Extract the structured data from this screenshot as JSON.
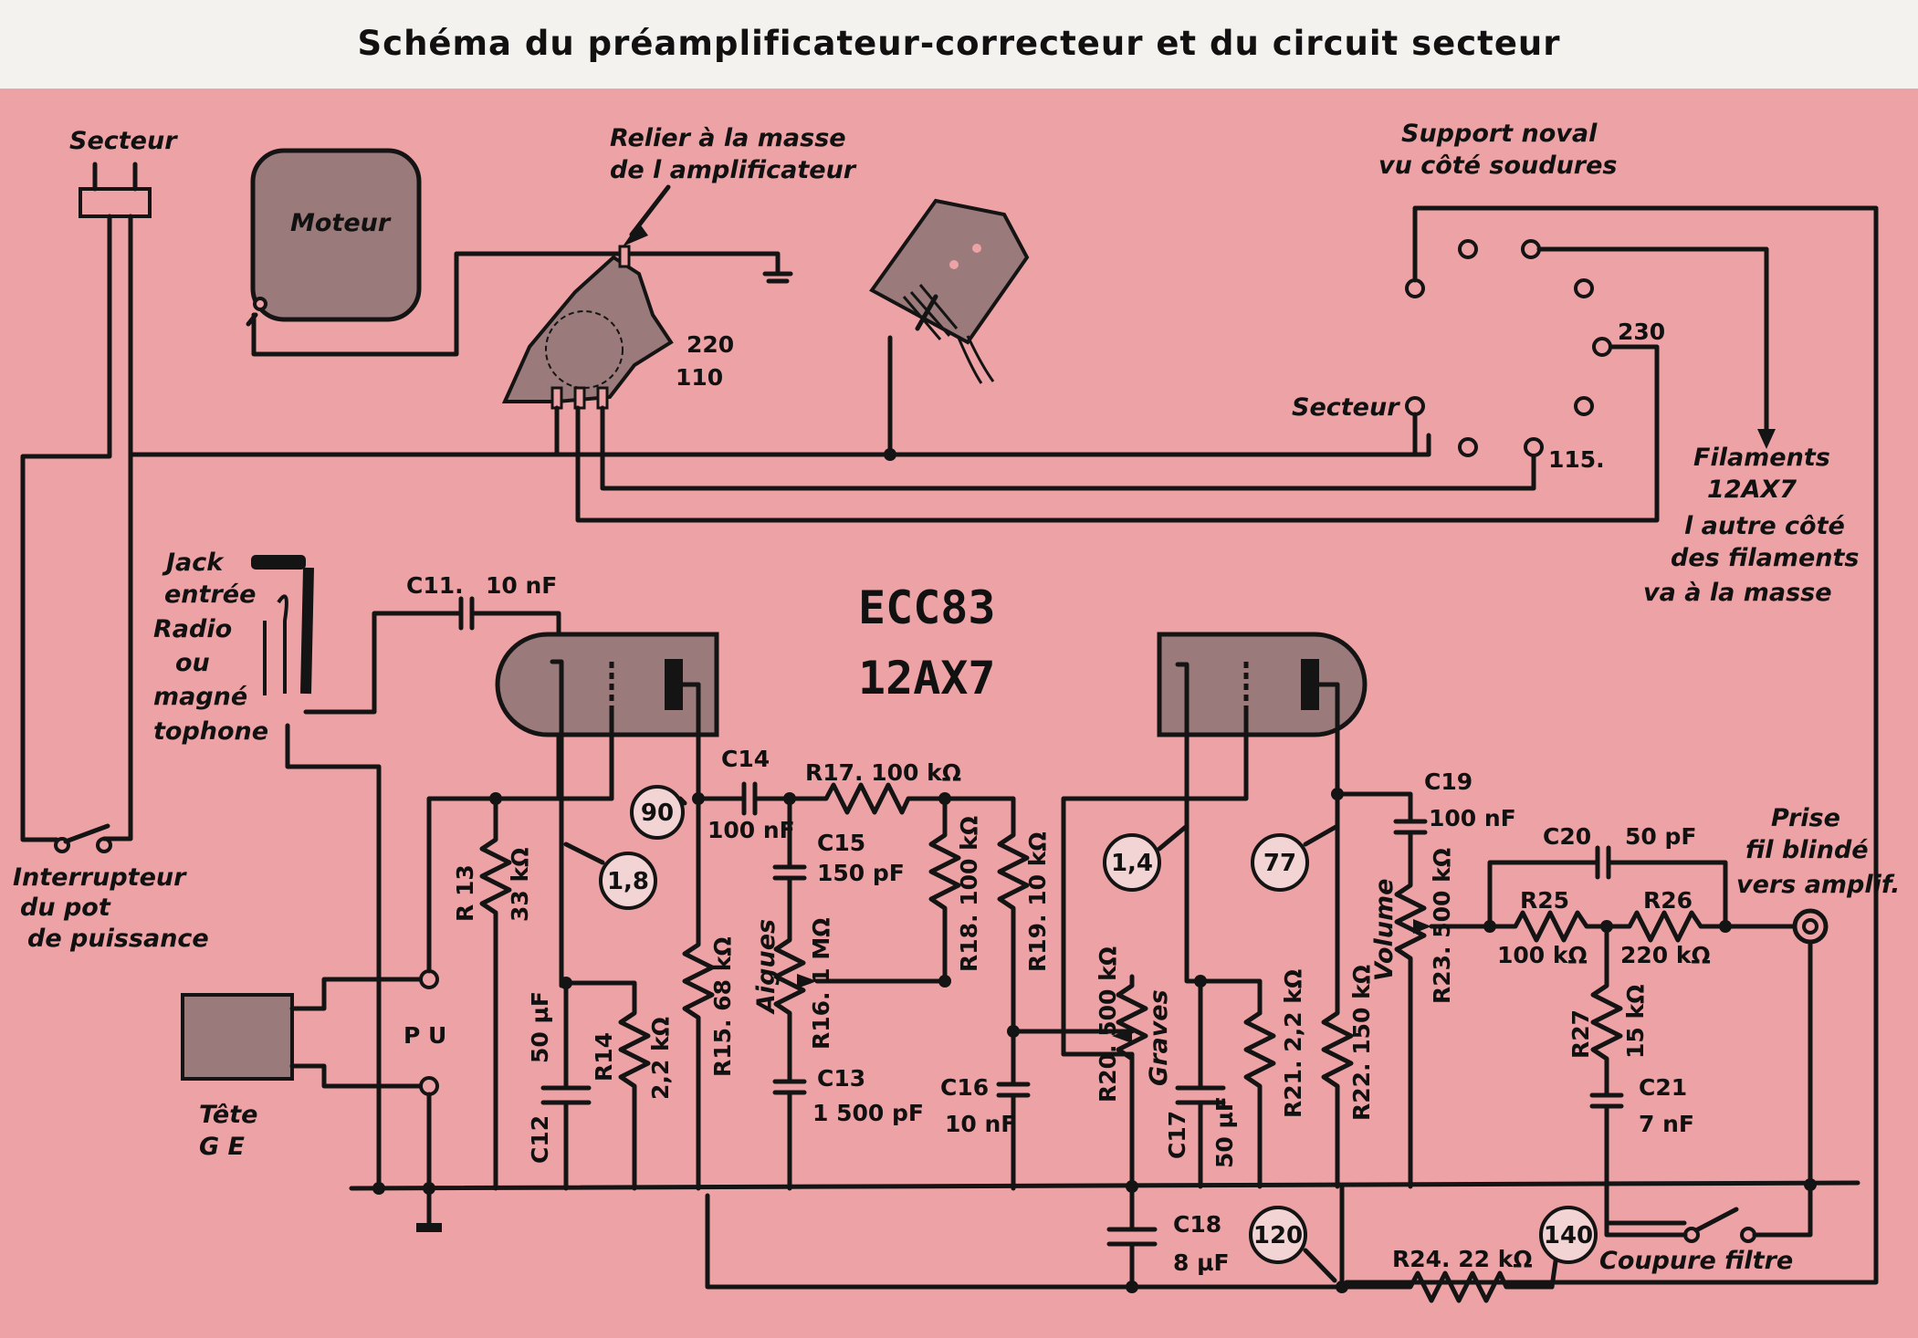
{
  "title": "Schéma du préamplificateur-correcteur et du circuit secteur",
  "labels": {
    "secteur_plug": "Secteur",
    "moteur": "Moteur",
    "relier_1": "Relier à la masse",
    "relier_2": "de l amplificateur",
    "v220": "220",
    "v110": "110",
    "support_1": "Support noval",
    "support_2": "vu côté soudures",
    "v230": "230",
    "secteur_socket": "Secteur",
    "v115": "115.",
    "fil_1": "Filaments",
    "fil_2": "12AX7",
    "fil_3": "l autre côté",
    "fil_4": "des filaments",
    "fil_5": "va à la masse",
    "jack_1": "Jack",
    "jack_2": "entrée",
    "jack_3": "Radio",
    "jack_4": "ou",
    "jack_5": "magné",
    "jack_6": "tophone",
    "inter_1": "Interrupteur",
    "inter_2": "du pot",
    "inter_3": "de puissance",
    "tete_1": "Tête",
    "tete_2": "G E",
    "pu": "P U",
    "tube_1": "ECC83",
    "tube_2": "12AX7",
    "prise_1": "Prise",
    "prise_2": "fil blindé",
    "prise_3": "vers amplif.",
    "coupure": "Coupure filtre"
  },
  "components": {
    "c11": "C11.",
    "c11v": "10 nF",
    "c14": "C14",
    "c14v": "100 nF",
    "r17": "R17. 100 kΩ",
    "c15": "C15",
    "c15v": "150 pF",
    "r18": "R18. 100 kΩ",
    "r19": "R19. 10 kΩ",
    "r13": "R 13",
    "r13v": "33 kΩ",
    "aigues": "Aigues",
    "r16": "R16. 1 MΩ",
    "r15": "R15. 68 kΩ",
    "c12": "C12",
    "c12v": "50 µF",
    "r14": "R14",
    "r14v": "2,2 kΩ",
    "c13": "C13",
    "c13v": "1 500 pF",
    "c16": "C16",
    "c16v": "10 nF",
    "r20": "R20. 500 kΩ",
    "graves": "Graves",
    "c17": "C17",
    "c17v": "50 µF",
    "r21": "R21. 2,2 kΩ",
    "r22": "R22. 150 kΩ",
    "c19": "C19",
    "c19v": "100 nF",
    "volume": "Volume",
    "r23": "R23. 500 kΩ",
    "c20": "C20",
    "c20v": "50 pF",
    "r25": "R25",
    "r25v": "100 kΩ",
    "r26": "R26",
    "r26v": "220 kΩ",
    "r27": "R27",
    "r27v": "15 kΩ",
    "c21": "C21",
    "c21v": "7 nF",
    "c18": "C18",
    "c18v": "8 µF",
    "r24": "R24. 22 kΩ"
  },
  "voltages": {
    "n90": "90",
    "n18": "1,8",
    "n14": "1,4",
    "n77": "77",
    "n120": "120",
    "n140": "140"
  },
  "colors": {
    "sheet": "#eda3a5",
    "ink": "#141414",
    "tube_fill": "#9a7a7a"
  }
}
